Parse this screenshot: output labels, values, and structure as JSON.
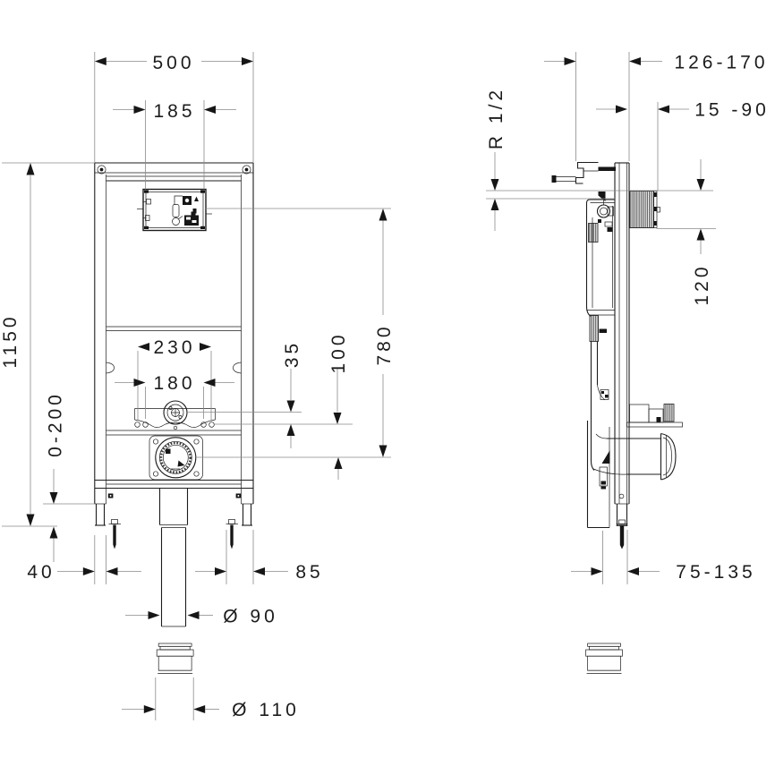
{
  "colors": {
    "line": "#1c1c1c",
    "dim_line": "#8a8a8a",
    "background": "#ffffff"
  },
  "front_view": {
    "width": "500",
    "opening_width": "185",
    "height": "1150",
    "leg_range": "0-200",
    "fixing_outer": "230",
    "fixing_inner": "180",
    "supply_offset": "35",
    "outlet_offset": "100",
    "panel_height": "780",
    "foot_width": "40",
    "anchor_offset": "85",
    "pipe_dia": "Ø 90",
    "adapter_dia": "Ø 110"
  },
  "side_view": {
    "depth_range": "126-170",
    "wall_range": "15 -90",
    "thread": "R 1/2",
    "plate_height": "120",
    "foot_range": "75-135"
  }
}
